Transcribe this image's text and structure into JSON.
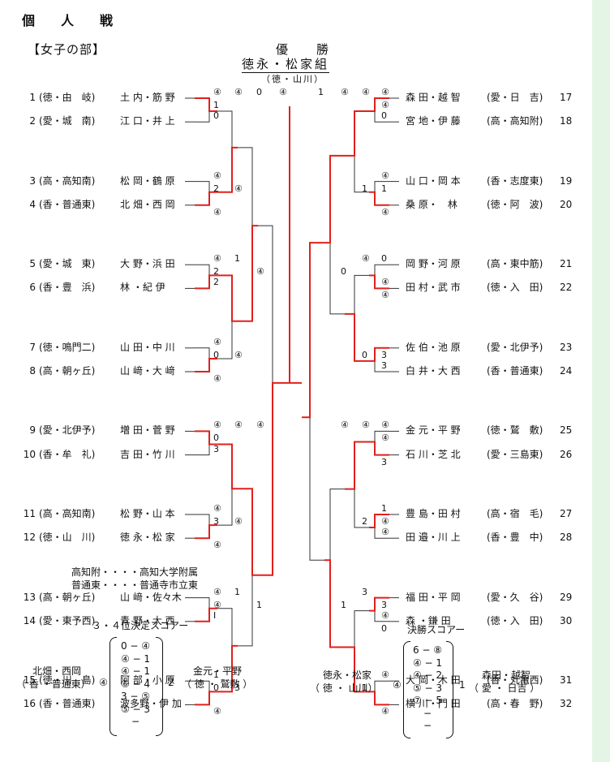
{
  "header": {
    "title": "個　人　戦",
    "section": "【女子の部】",
    "champion_label": "優　勝",
    "champion_name": "徳永・松家組",
    "champion_team": "（徳・山川）"
  },
  "left_entries": [
    {
      "no": "1",
      "team": "(徳・由　岐)",
      "name": "土 内・筋 野"
    },
    {
      "no": "2",
      "team": "(愛・城　南)",
      "name": "江 口・井 上"
    },
    {
      "no": "3",
      "team": "(高・高知南)",
      "name": "松 岡・鶴 原"
    },
    {
      "no": "4",
      "team": "(香・普通東)",
      "name": "北 畑・西 岡"
    },
    {
      "no": "5",
      "team": "(愛・城　東)",
      "name": "大 野・浜 田"
    },
    {
      "no": "6",
      "team": "(香・豊　浜)",
      "name": "林 ・紀 伊"
    },
    {
      "no": "7",
      "team": "(徳・鳴門二)",
      "name": "山 田・中 川"
    },
    {
      "no": "8",
      "team": "(高・朝ヶ丘)",
      "name": "山 﨑・大 﨑"
    },
    {
      "no": "9",
      "team": "(愛・北伊予)",
      "name": "増 田・菅 野"
    },
    {
      "no": "10",
      "team": "(香・牟　礼)",
      "name": "吉 田・竹 川"
    },
    {
      "no": "11",
      "team": "(高・高知南)",
      "name": "松 野・山 本"
    },
    {
      "no": "12",
      "team": "(徳・山　川)",
      "name": "徳 永・松 家"
    },
    {
      "no": "13",
      "team": "(高・朝ヶ丘)",
      "name": "山 﨑・佐々木"
    },
    {
      "no": "14",
      "team": "(愛・東予西)",
      "name": "青 野・大 西"
    },
    {
      "no": "15",
      "team": "(徳・川　島)",
      "name": "阿 部・小 原"
    },
    {
      "no": "16",
      "team": "(香・普通東)",
      "name": "波多野・伊 加"
    }
  ],
  "right_entries": [
    {
      "no": "17",
      "name": "森 田・越 智",
      "team": "(愛・日　吉)"
    },
    {
      "no": "18",
      "name": "宮 地・伊 藤",
      "team": "(高・高知附)"
    },
    {
      "no": "19",
      "name": "山 口・岡 本",
      "team": "(香・志度東)"
    },
    {
      "no": "20",
      "name": "桑 原・　林",
      "team": "(徳・阿　波)"
    },
    {
      "no": "21",
      "name": "岡 野・河 原",
      "team": "(高・東中筋)"
    },
    {
      "no": "22",
      "name": "田 村・武 市",
      "team": "(徳・入　田)"
    },
    {
      "no": "23",
      "name": "佐 伯・池 原",
      "team": "(愛・北伊予)"
    },
    {
      "no": "24",
      "name": "白 井・大 西",
      "team": "(香・普通東)"
    },
    {
      "no": "25",
      "name": "金 元・平 野",
      "team": "(徳・鷲　敷)"
    },
    {
      "no": "26",
      "name": "石 川・芝 北",
      "team": "(愛・三島東)"
    },
    {
      "no": "27",
      "name": "豊 島・田 村",
      "team": "(高・宿　毛)"
    },
    {
      "no": "28",
      "name": "田 邉・川 上",
      "team": "(香・豊　中)"
    },
    {
      "no": "29",
      "name": "福 田・平 岡",
      "team": "(愛・久　谷)"
    },
    {
      "no": "30",
      "name": "森 ・鎌 田",
      "team": "(徳・入　田)"
    },
    {
      "no": "31",
      "name": "大 岡・木 田",
      "team": "(香・丸亀西)"
    },
    {
      "no": "32",
      "name": "横 川・門 田",
      "team": "(高・春　野)"
    }
  ],
  "left_scores": {
    "r1": [
      "④",
      "1",
      "0",
      "2",
      "④",
      "④",
      "④",
      "2",
      "2",
      "0",
      "④",
      "④",
      "④",
      "0",
      "3",
      "3",
      "④",
      "④",
      "④",
      "④",
      "I",
      "0",
      "1",
      "④"
    ],
    "r2": [
      "④",
      "④",
      "1",
      "④",
      "④",
      "④",
      "1",
      "3"
    ],
    "r3": [
      "0",
      "④",
      "④",
      "1"
    ],
    "r4": [
      "④"
    ]
  },
  "right_scores": {
    "r1": [
      "④",
      "④",
      "0",
      "1",
      "④",
      "④",
      "0",
      "④",
      "④",
      "3",
      "3",
      "④",
      "④",
      "3",
      "1",
      "④",
      "④",
      "3",
      "④",
      "0",
      "④",
      "④"
    ],
    "r2": [
      "④",
      "1",
      "④",
      "0",
      "④",
      "2",
      "3",
      "1"
    ],
    "r3": [
      "④",
      "0",
      "④",
      "1"
    ],
    "r4": [
      "1"
    ]
  },
  "abbreviations": [
    "高知附・・・・高知大学附属",
    "普通東・・・・普通寺市立東"
  ],
  "third_place": {
    "title": "３・４位決定スコアー",
    "left_name": "北畑・西岡",
    "left_team": "（ 香 ・普通東）",
    "left_score": "④",
    "games": [
      "0 − ④",
      "④ − 1",
      "④ − 1",
      "⑥ − 4",
      "3 − ⑤",
      "⑤ − 3",
      "−"
    ],
    "right_score": "2",
    "right_name": "金元・平野",
    "right_team": "（ 徳 ・ 鷲敷 ）"
  },
  "final": {
    "title": "決勝スコアー",
    "left_name": "徳永・松家",
    "left_team": "（ 徳 ・ 山川）",
    "left_score": "④",
    "games": [
      "6 − ⑧",
      "④ − 1",
      "④ − 2",
      "⑤ − 3",
      "⑦ − 5",
      "−",
      "−"
    ],
    "right_score": "1",
    "right_name": "森田・越智",
    "right_team": "（ 愛 ・ 日吉 ）"
  },
  "colors": {
    "win_line": "#e0201c",
    "line": "#333333",
    "stripe": "#e4f5e6"
  }
}
